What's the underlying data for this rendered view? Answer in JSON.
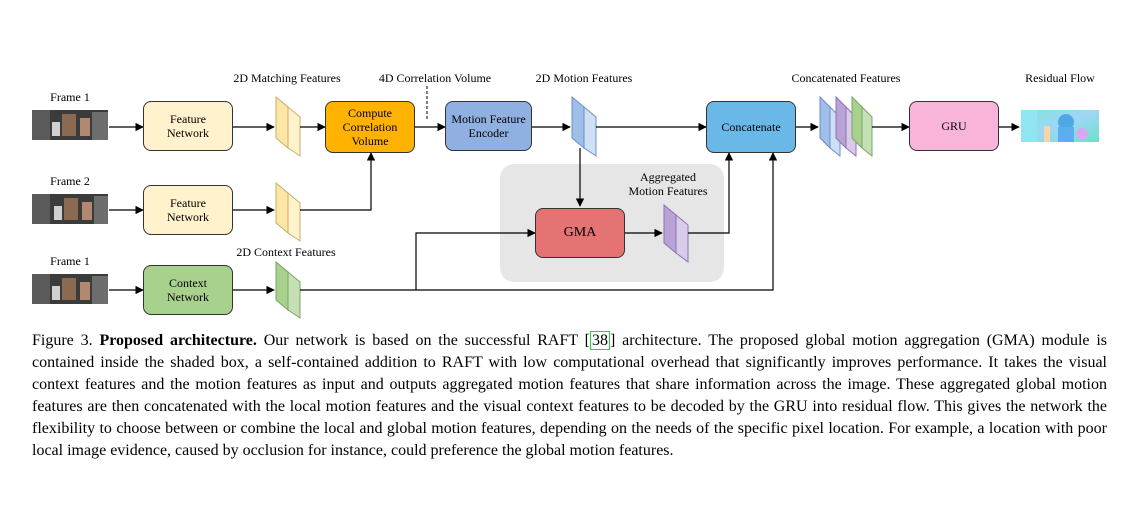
{
  "figure": {
    "labels": {
      "frame1_top": "Frame 1",
      "frame2": "Frame 2",
      "frame1_bottom": "Frame 1",
      "matching_features": "2D Matching Features",
      "correlation_volume": "4D Correlation Volume",
      "motion_features": "2D Motion Features",
      "aggregated_line1": "Aggregated",
      "aggregated_line2": "Motion Features",
      "context_features": "2D Context Features",
      "concatenated_features": "Concatenated Features",
      "residual_flow": "Residual Flow"
    },
    "boxes": {
      "feature_network_1": [
        "Feature",
        "Network"
      ],
      "feature_network_2": [
        "Feature",
        "Network"
      ],
      "context_network": [
        "Context",
        "Network"
      ],
      "correlation": [
        "Compute",
        "Correlation",
        "Volume"
      ],
      "motion_encoder": [
        "Motion Feature",
        "Encoder"
      ],
      "gma": "GMA",
      "concatenate": "Concatenate",
      "gru": "GRU"
    },
    "colors": {
      "feature_box": "#fff2cc",
      "correlation_box": "#ffb300",
      "motion_encoder_box": "#8fb0e0",
      "gma_box": "#e57373",
      "concatenate_box": "#6ab8e8",
      "gru_box": "#f8b4d9",
      "context_box": "#a9d18e",
      "shaded_region": "#e6e6e6"
    }
  },
  "caption": {
    "prefix": "Figure 3. ",
    "title": "Proposed architecture.",
    "text_before_ref": " Our network is based on the successful RAFT [",
    "ref": "38",
    "text_after_ref": "] architecture. The proposed global motion aggregation (GMA) module is contained inside the shaded box, a self-contained addition to RAFT with low computational overhead that significantly improves performance. It takes the visual context features and the motion features as input and outputs aggregated motion features that share information across the image. These aggregated global motion features are then concatenated with the local motion features and the visual context features to be decoded by the GRU into residual flow. This gives the network the flexibility to choose between or combine the local and global motion features, depending on the needs of the specific pixel location. For example, a location with poor local image evidence, caused by occlusion for instance, could preference the global motion features."
  }
}
